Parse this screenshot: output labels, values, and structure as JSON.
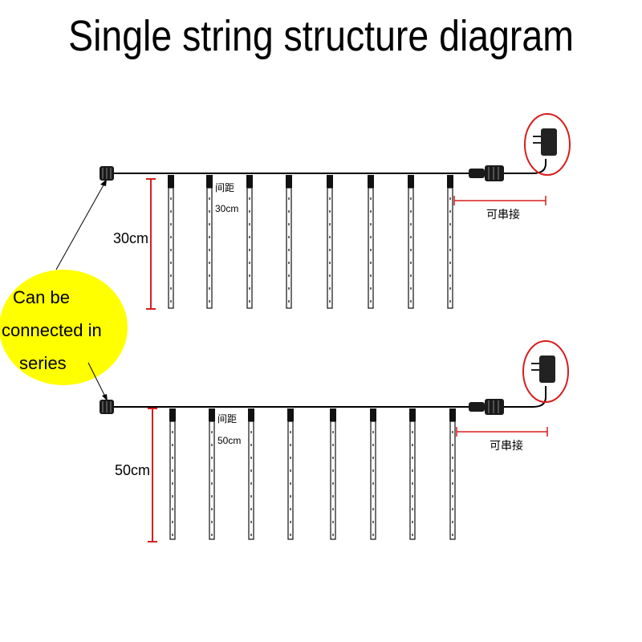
{
  "title": "Single string structure diagram",
  "callout": {
    "lines": [
      "Can be",
      "connected in",
      "series"
    ],
    "color": "#ffff00"
  },
  "strings": [
    {
      "name": "string-30cm",
      "length_label": "30cm",
      "spacing_label_line1": "间距",
      "spacing_label_line2": "30cm",
      "series_label": "可串接",
      "tube_count": 8
    },
    {
      "name": "string-50cm",
      "length_label": "50cm",
      "spacing_label_line1": "间距",
      "spacing_label_line2": "50cm",
      "series_label": "可串接",
      "tube_count": 8
    }
  ],
  "colors": {
    "marker": "#d81e1e",
    "wire": "#000000",
    "callout_fill": "#ffff00"
  },
  "icons": [
    "plug-adapter-icon",
    "connector-icon"
  ]
}
